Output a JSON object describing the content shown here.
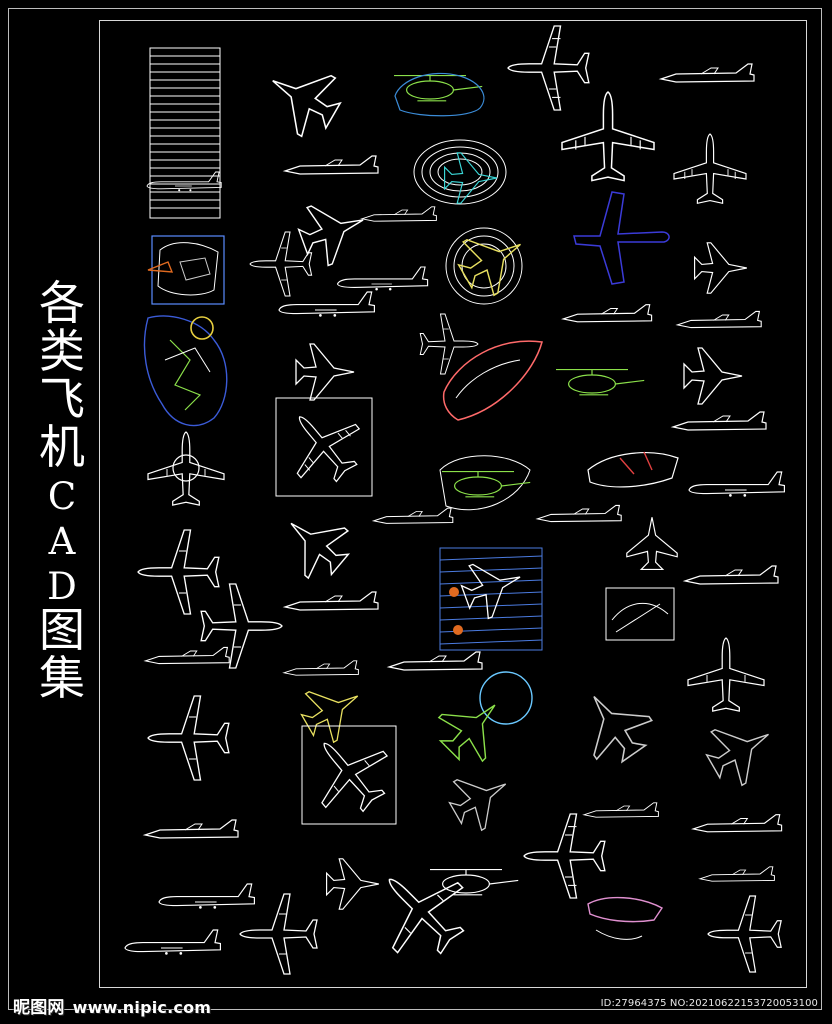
{
  "title": {
    "characters": [
      "各",
      "类",
      "飞",
      "机",
      "C",
      "A",
      "D",
      "图",
      "集"
    ]
  },
  "watermark": {
    "brand": "昵图网",
    "site": "www.nipic.com",
    "id_text": "ID:27964375 NO:20210622153720053100"
  },
  "colors": {
    "background": "#000000",
    "linework": "#ffffff",
    "accent_blue": "#3b3bd8",
    "accent_green": "#8be04a",
    "accent_red": "#e04040"
  },
  "icons": [
    "airplane-drawing",
    "helicopter-drawing",
    "fighter-jet-drawing",
    "transport-plane-drawing"
  ]
}
